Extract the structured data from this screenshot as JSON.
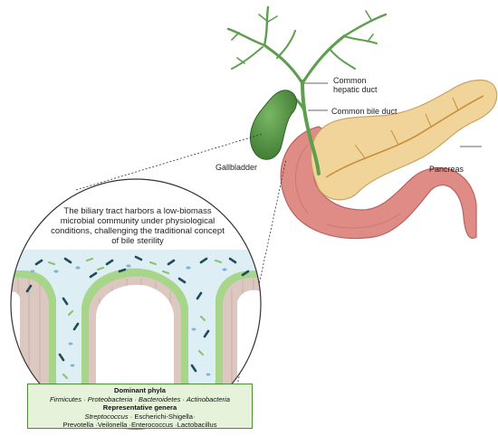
{
  "labels": {
    "common_hepatic_duct_line1": "Common",
    "common_hepatic_duct_line2": "hepatic duct",
    "common_bile_duct": "Common bile duct",
    "gallbladder": "Gallbladder",
    "pancreas": "Pancreas"
  },
  "callout": {
    "line1": "The biliary tract harbors a low-biomass",
    "line2": "microbial community under physiological",
    "line3": "conditions, challenging the traditional concept",
    "line4": "of bile sterility"
  },
  "info_box": {
    "dominant_heading": "Dominant phyla",
    "dominant_list": "Firmicutes · Proteobacteria · Bacteroidetes · Actinobacteria",
    "genera_heading": "Representative genera",
    "genera_line1_italic": "Streptococcus",
    "genera_line1_rest": " · Escherichi-Shigella·",
    "genera_line2": "Prevotella ·Veilonella ·Enterococcus ·Lactobacillus"
  },
  "colors": {
    "duct_green": "#5f9e4f",
    "gallbladder_green": "#4f8a3f",
    "pancreas_yellow": "#f0d49a",
    "duodenum_pink": "#e08c86",
    "villi_tissue": "#dcc8c0",
    "lumen_blue": "#ddeef4",
    "bacteria_navy": "#1f4d5c",
    "bacteria_green": "#8cc46a",
    "bacteria_blue": "#7fb6d8",
    "box_fill": "#e6f3da",
    "box_border": "#4e8a3a"
  }
}
